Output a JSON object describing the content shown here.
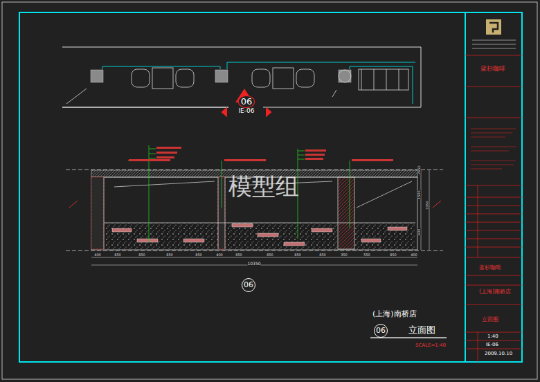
{
  "diagram": {
    "title": "立面图",
    "caption": "(上海)南桥店",
    "nodes": [
      {
        "text": [
          "06",
          "IE-06"
        ]
      },
      {
        "text": [
          "06"
        ]
      },
      {
        "text": [
          "06"
        ]
      }
    ],
    "labels": [
      "模型组",
      "SCALE=1:40",
      "蓝杉咖啡",
      "蓝杉咖啡",
      "(上海)南桥店",
      "立面图",
      "1:40",
      "IE-06",
      "2009.10.10",
      "400",
      "850",
      "850",
      "850",
      "850",
      "400",
      "850",
      "850",
      "850",
      "850",
      "350",
      "550",
      "850",
      "400",
      "10350",
      "2650",
      "1500",
      "3350",
      "600"
    ]
  }
}
